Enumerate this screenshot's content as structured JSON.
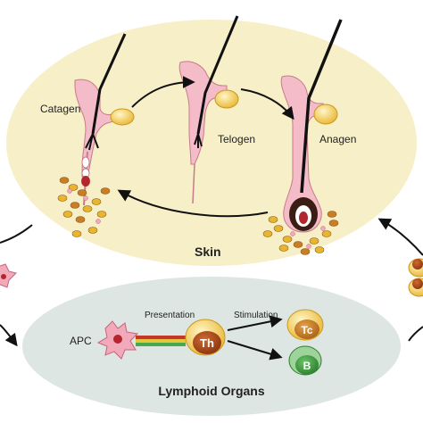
{
  "skin": {
    "title": "Skin",
    "stages": {
      "catagen": "Catagen",
      "telogen": "Telogen",
      "anagen": "Anagen"
    }
  },
  "lymphoid": {
    "title": "Lymphoid Organs",
    "apc": "APC",
    "presentation": "Presentation",
    "stimulation": "Stimulation",
    "th": "Th",
    "tc": "Tc",
    "b": "B"
  },
  "colors": {
    "skin_fill": "#f7efc8",
    "lymphoid_fill": "#dde6e2",
    "follicle_pink": "#f4bcc8",
    "gland_yellow": "#f2c34a",
    "th_brown": "#a8461a",
    "tc_orange": "#c97d24",
    "b_green": "#3a9a3a",
    "apc_pink": "#f2aabb"
  },
  "icons": [
    "hair-follicle-icon",
    "sebaceous-gland-icon",
    "apc-cell-icon",
    "lymphocyte-icon"
  ]
}
